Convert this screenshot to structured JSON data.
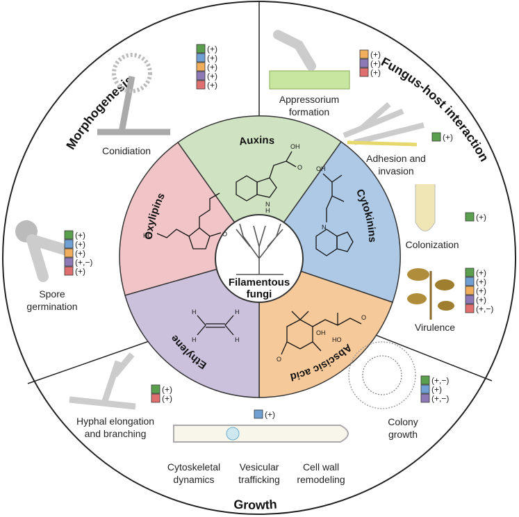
{
  "colors": {
    "auxins": "#cfe3c3",
    "cytokinins": "#adc9e5",
    "abscisic": "#f6c99a",
    "ethylene": "#cbc1dc",
    "oxylipins": "#f1c4c7",
    "key_green": "#5a9f4d",
    "key_blue": "#6f9fd3",
    "key_orange": "#f0ad5b",
    "key_purple": "#8d79b5",
    "key_red": "#e07070"
  },
  "center": {
    "line1": "Filamentous",
    "line2": "fungi"
  },
  "hormones": {
    "auxins": "Auxins",
    "cytokinins": "Cytokinins",
    "abscisic": "Abscisic acid",
    "ethylene": "Ethylene",
    "oxylipins": "Oxylipins"
  },
  "atoms": {
    "O": "O",
    "OH": "OH",
    "HO": "HO",
    "N": "N",
    "H": "H",
    "NH": "H"
  },
  "sections": {
    "morphogenesis": "Morphogenesis",
    "fungus_host": "Fungus-host interaction",
    "growth": "Growth"
  },
  "processes": {
    "conidiation": "Conidiation",
    "spore1": "Spore",
    "spore2": "germination",
    "appressorium1": "Appressorium",
    "appressorium2": "formation",
    "adhesion1": "Adhesion and",
    "adhesion2": "invasion",
    "colonization": "Colonization",
    "virulence": "Virulence",
    "colony1": "Colony",
    "colony2": "growth",
    "hyphal1": "Hyphal elongation",
    "hyphal2": "and branching",
    "cyto1": "Cytoskeletal",
    "cyto2": "dynamics",
    "vesic1": "Vesicular",
    "vesic2": "trafficking",
    "cellwall1": "Cell wall",
    "cellwall2": "remodeling"
  },
  "effects": {
    "conidiation": [
      "(+)",
      "(+)",
      "(+)",
      "(+)",
      "(+)"
    ],
    "spore_germination": [
      "(+)",
      "(+)",
      "(+)",
      "(+,−)",
      "(+)"
    ],
    "appressorium": [
      "(+)",
      "(+)",
      "(+)"
    ],
    "adhesion": [
      "(+)"
    ],
    "colonization": [
      "(+)"
    ],
    "virulence": [
      "(+)",
      "(+)",
      "(+)",
      "(+)",
      "(+,−)"
    ],
    "colony": [
      "(+,−)",
      "(+)",
      "(+,−)"
    ],
    "hyphal": [
      "(+)",
      "(+)"
    ],
    "tip": [
      "(+)"
    ]
  }
}
